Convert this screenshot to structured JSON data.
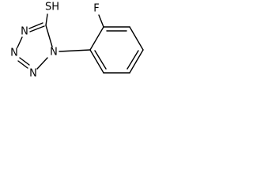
{
  "structure": {
    "atoms": {
      "thiol": "SH",
      "fluorine": "F",
      "n1": "N",
      "n2": "N",
      "n3": "N",
      "n4": "N"
    },
    "colors": {
      "bonds": "#000000",
      "text": "#000000",
      "background": "#ffffff"
    }
  }
}
